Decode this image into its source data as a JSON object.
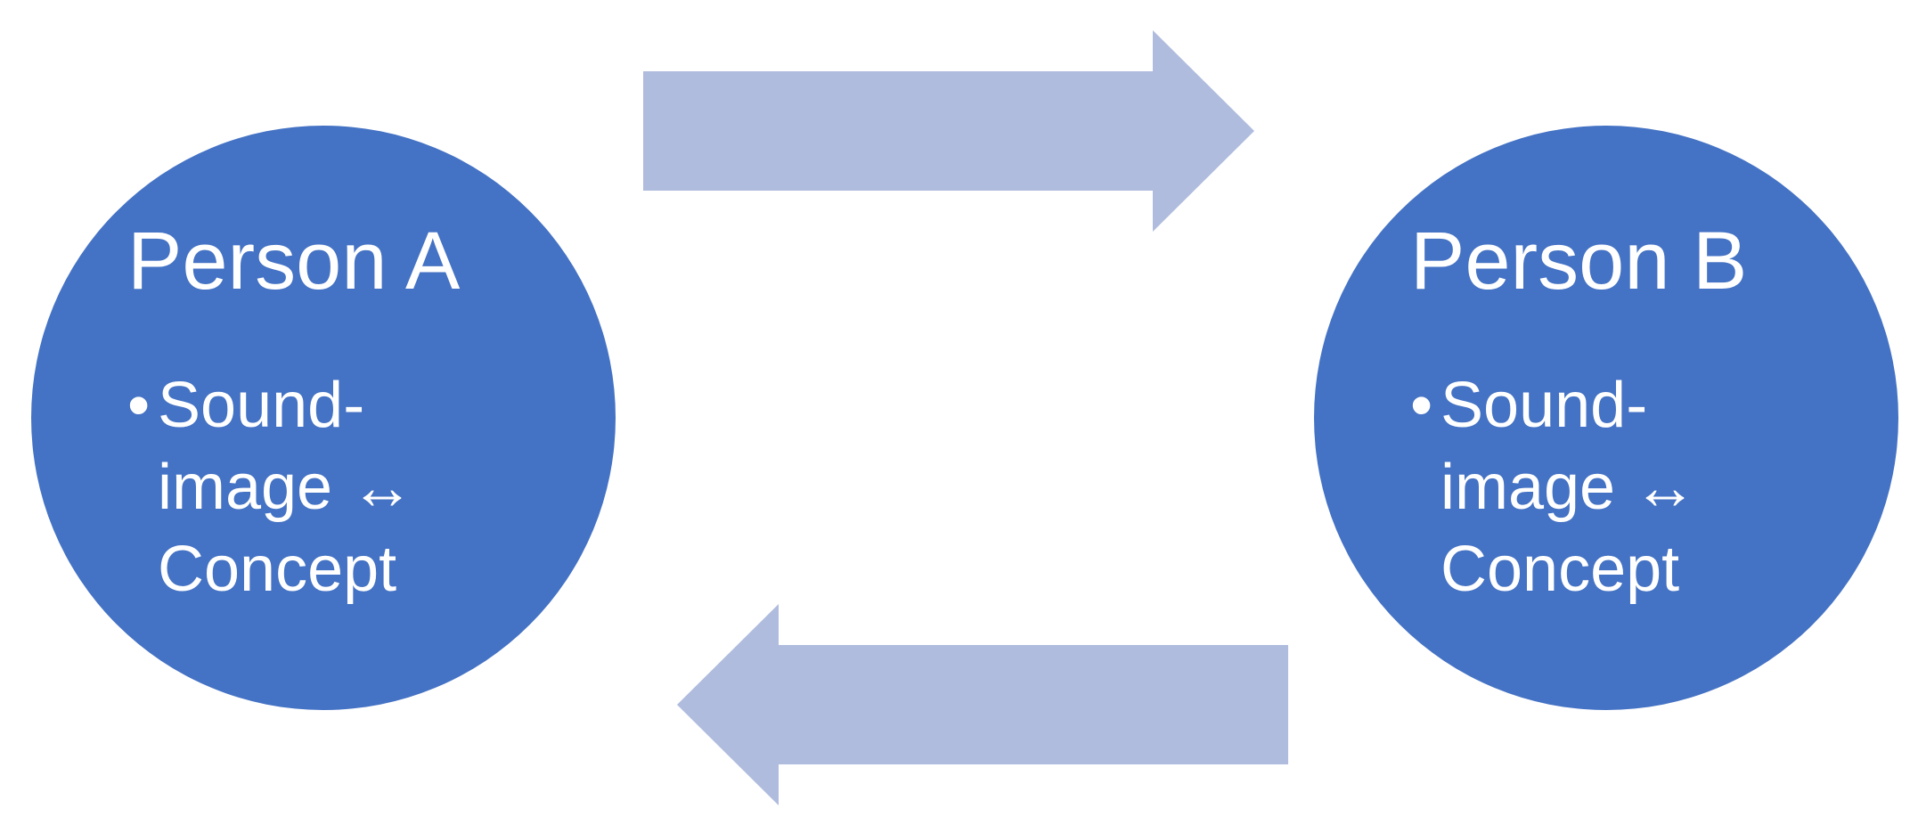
{
  "diagram": {
    "colors": {
      "node_fill": "#4472C4",
      "node_text": "#FFFFFF",
      "arrow_fill": "#AFBCDE",
      "background": "#FFFFFF"
    },
    "nodes": [
      {
        "id": "person-a",
        "title": "Person A",
        "bullet": "•",
        "item": "Sound-image ↔ Concept"
      },
      {
        "id": "person-b",
        "title": "Person B",
        "bullet": "•",
        "item": "Sound-image ↔ Concept"
      }
    ],
    "edges": [
      {
        "from": "person-a",
        "to": "person-b",
        "shape": "right-arrow"
      },
      {
        "from": "person-b",
        "to": "person-a",
        "shape": "left-arrow"
      }
    ]
  }
}
